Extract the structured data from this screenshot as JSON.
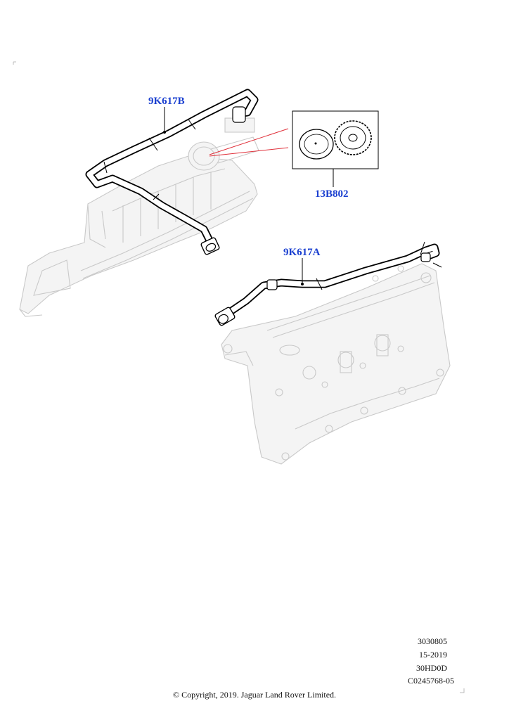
{
  "callouts": {
    "hose_b": "9K617B",
    "hose_a": "9K617A",
    "cap": "13B802"
  },
  "meta_lines": [
    "3030805",
    "15-2019",
    "30HD0D",
    "C0245768-05"
  ],
  "copyright": "© Copyright, 2019. Jaguar Land Rover Limited.",
  "colors": {
    "callout": "#1a3fd0",
    "highlight_lines": "#e0303a",
    "ghost": "#c9c9c9"
  }
}
